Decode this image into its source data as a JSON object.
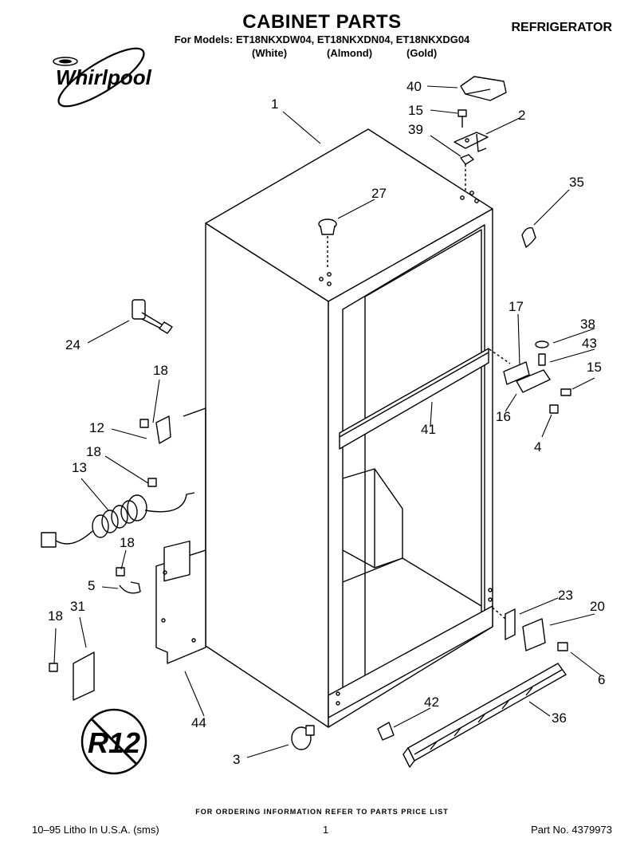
{
  "header": {
    "title": "CABINET PARTS",
    "section": "REFRIGERATOR",
    "models_line": "For Models: ET18NKXDW04, ET18NKXDN04, ET18NKXDG04",
    "variants": [
      "(White)",
      "(Almond)",
      "(Gold)"
    ],
    "brand": "Whirlpool"
  },
  "callouts": [
    "1",
    "2",
    "3",
    "4",
    "5",
    "6",
    "12",
    "13",
    "15",
    "15",
    "16",
    "17",
    "18",
    "18",
    "18",
    "18",
    "20",
    "23",
    "24",
    "27",
    "31",
    "35",
    "36",
    "38",
    "39",
    "40",
    "41",
    "42",
    "43",
    "44"
  ],
  "logo_badge": "R12",
  "footer": {
    "ordering_note": "FOR ORDERING INFORMATION REFER TO PARTS PRICE LIST",
    "litho": "10–95 Litho In U.S.A. (sms)",
    "page": "1",
    "part_no": "Part No. 4379973"
  }
}
